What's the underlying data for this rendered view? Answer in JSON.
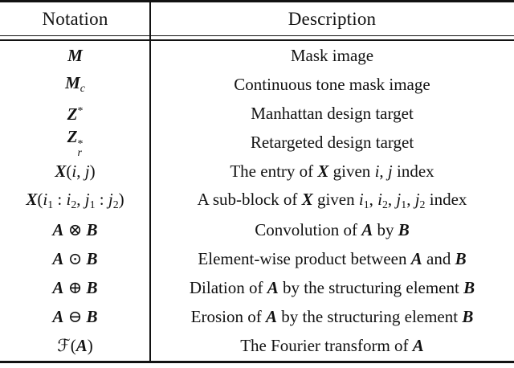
{
  "colors": {
    "text": "#121212",
    "rule": "#121212",
    "background": "#ffffff"
  },
  "table": {
    "headers": [
      {
        "label": "Notation"
      },
      {
        "label": "Description"
      }
    ],
    "rows": [
      {
        "notation": [
          {
            "t": "M",
            "s": "bi"
          }
        ],
        "description": [
          {
            "t": "Mask image",
            "s": "n"
          }
        ]
      },
      {
        "notation": [
          {
            "t": "M",
            "s": "bi"
          },
          {
            "t": "c",
            "s": "isub"
          }
        ],
        "description": [
          {
            "t": "Continuous tone mask image",
            "s": "n"
          }
        ]
      },
      {
        "notation": [
          {
            "t": "Z",
            "s": "bi"
          },
          {
            "t": "*",
            "s": "sup"
          }
        ],
        "description": [
          {
            "t": "Manhattan design target",
            "s": "n"
          }
        ]
      },
      {
        "notation": [
          {
            "t": "Z",
            "s": "bi"
          },
          {
            "s": "stack",
            "sup": "*",
            "sub": "r"
          }
        ],
        "description": [
          {
            "t": "Retargeted design target",
            "s": "n"
          }
        ]
      },
      {
        "notation": [
          {
            "t": "X",
            "s": "bi"
          },
          {
            "t": "(",
            "s": "n"
          },
          {
            "t": "i",
            "s": "i"
          },
          {
            "t": ", ",
            "s": "n"
          },
          {
            "t": "j",
            "s": "i"
          },
          {
            "t": ")",
            "s": "n"
          }
        ],
        "description": [
          {
            "t": "The entry of ",
            "s": "n"
          },
          {
            "t": "X",
            "s": "bi"
          },
          {
            "t": " given ",
            "s": "n"
          },
          {
            "t": "i",
            "s": "i"
          },
          {
            "t": ", ",
            "s": "n"
          },
          {
            "t": "j",
            "s": "i"
          },
          {
            "t": " index",
            "s": "n"
          }
        ]
      },
      {
        "notation": [
          {
            "t": "X",
            "s": "bi"
          },
          {
            "t": "(",
            "s": "n"
          },
          {
            "t": "i",
            "s": "i"
          },
          {
            "t": "1",
            "s": "sub"
          },
          {
            "t": " : ",
            "s": "n"
          },
          {
            "t": "i",
            "s": "i"
          },
          {
            "t": "2",
            "s": "sub"
          },
          {
            "t": ", ",
            "s": "n"
          },
          {
            "t": "j",
            "s": "i"
          },
          {
            "t": "1",
            "s": "sub"
          },
          {
            "t": " : ",
            "s": "n"
          },
          {
            "t": "j",
            "s": "i"
          },
          {
            "t": "2",
            "s": "sub"
          },
          {
            "t": ")",
            "s": "n"
          }
        ],
        "description": [
          {
            "t": "A sub-block of ",
            "s": "n"
          },
          {
            "t": "X",
            "s": "bi"
          },
          {
            "t": " given ",
            "s": "n"
          },
          {
            "t": "i",
            "s": "i"
          },
          {
            "t": "1",
            "s": "sub"
          },
          {
            "t": ", ",
            "s": "n"
          },
          {
            "t": "i",
            "s": "i"
          },
          {
            "t": "2",
            "s": "sub"
          },
          {
            "t": ", ",
            "s": "n"
          },
          {
            "t": "j",
            "s": "i"
          },
          {
            "t": "1",
            "s": "sub"
          },
          {
            "t": ", ",
            "s": "n"
          },
          {
            "t": "j",
            "s": "i"
          },
          {
            "t": "2",
            "s": "sub"
          },
          {
            "t": " index",
            "s": "n"
          }
        ]
      },
      {
        "notation": [
          {
            "t": "A",
            "s": "bi"
          },
          {
            "t": " ⊗ ",
            "s": "n"
          },
          {
            "t": "B",
            "s": "bi"
          }
        ],
        "description": [
          {
            "t": "Convolution of ",
            "s": "n"
          },
          {
            "t": "A",
            "s": "bi"
          },
          {
            "t": " by ",
            "s": "n"
          },
          {
            "t": "B",
            "s": "bi"
          }
        ]
      },
      {
        "notation": [
          {
            "t": "A",
            "s": "bi"
          },
          {
            "t": " ⊙ ",
            "s": "n"
          },
          {
            "t": "B",
            "s": "bi"
          }
        ],
        "description": [
          {
            "t": "Element-wise product between ",
            "s": "n"
          },
          {
            "t": "A",
            "s": "bi"
          },
          {
            "t": " and ",
            "s": "n"
          },
          {
            "t": "B",
            "s": "bi"
          }
        ]
      },
      {
        "notation": [
          {
            "t": "A",
            "s": "bi"
          },
          {
            "t": " ⊕ ",
            "s": "n"
          },
          {
            "t": "B",
            "s": "bi"
          }
        ],
        "description": [
          {
            "t": "Dilation of ",
            "s": "n"
          },
          {
            "t": "A",
            "s": "bi"
          },
          {
            "t": " by the structuring element ",
            "s": "n"
          },
          {
            "t": "B",
            "s": "bi"
          }
        ]
      },
      {
        "notation": [
          {
            "t": "A",
            "s": "bi"
          },
          {
            "t": " ⊖ ",
            "s": "n"
          },
          {
            "t": "B",
            "s": "bi"
          }
        ],
        "description": [
          {
            "t": "Erosion of ",
            "s": "n"
          },
          {
            "t": "A",
            "s": "bi"
          },
          {
            "t": " by the structuring element ",
            "s": "n"
          },
          {
            "t": "B",
            "s": "bi"
          }
        ]
      },
      {
        "notation": [
          {
            "t": "ℱ",
            "s": "scr"
          },
          {
            "t": "(",
            "s": "n"
          },
          {
            "t": "A",
            "s": "bi"
          },
          {
            "t": ")",
            "s": "n"
          }
        ],
        "description": [
          {
            "t": "The Fourier transform of ",
            "s": "n"
          },
          {
            "t": "A",
            "s": "bi"
          }
        ]
      }
    ]
  }
}
